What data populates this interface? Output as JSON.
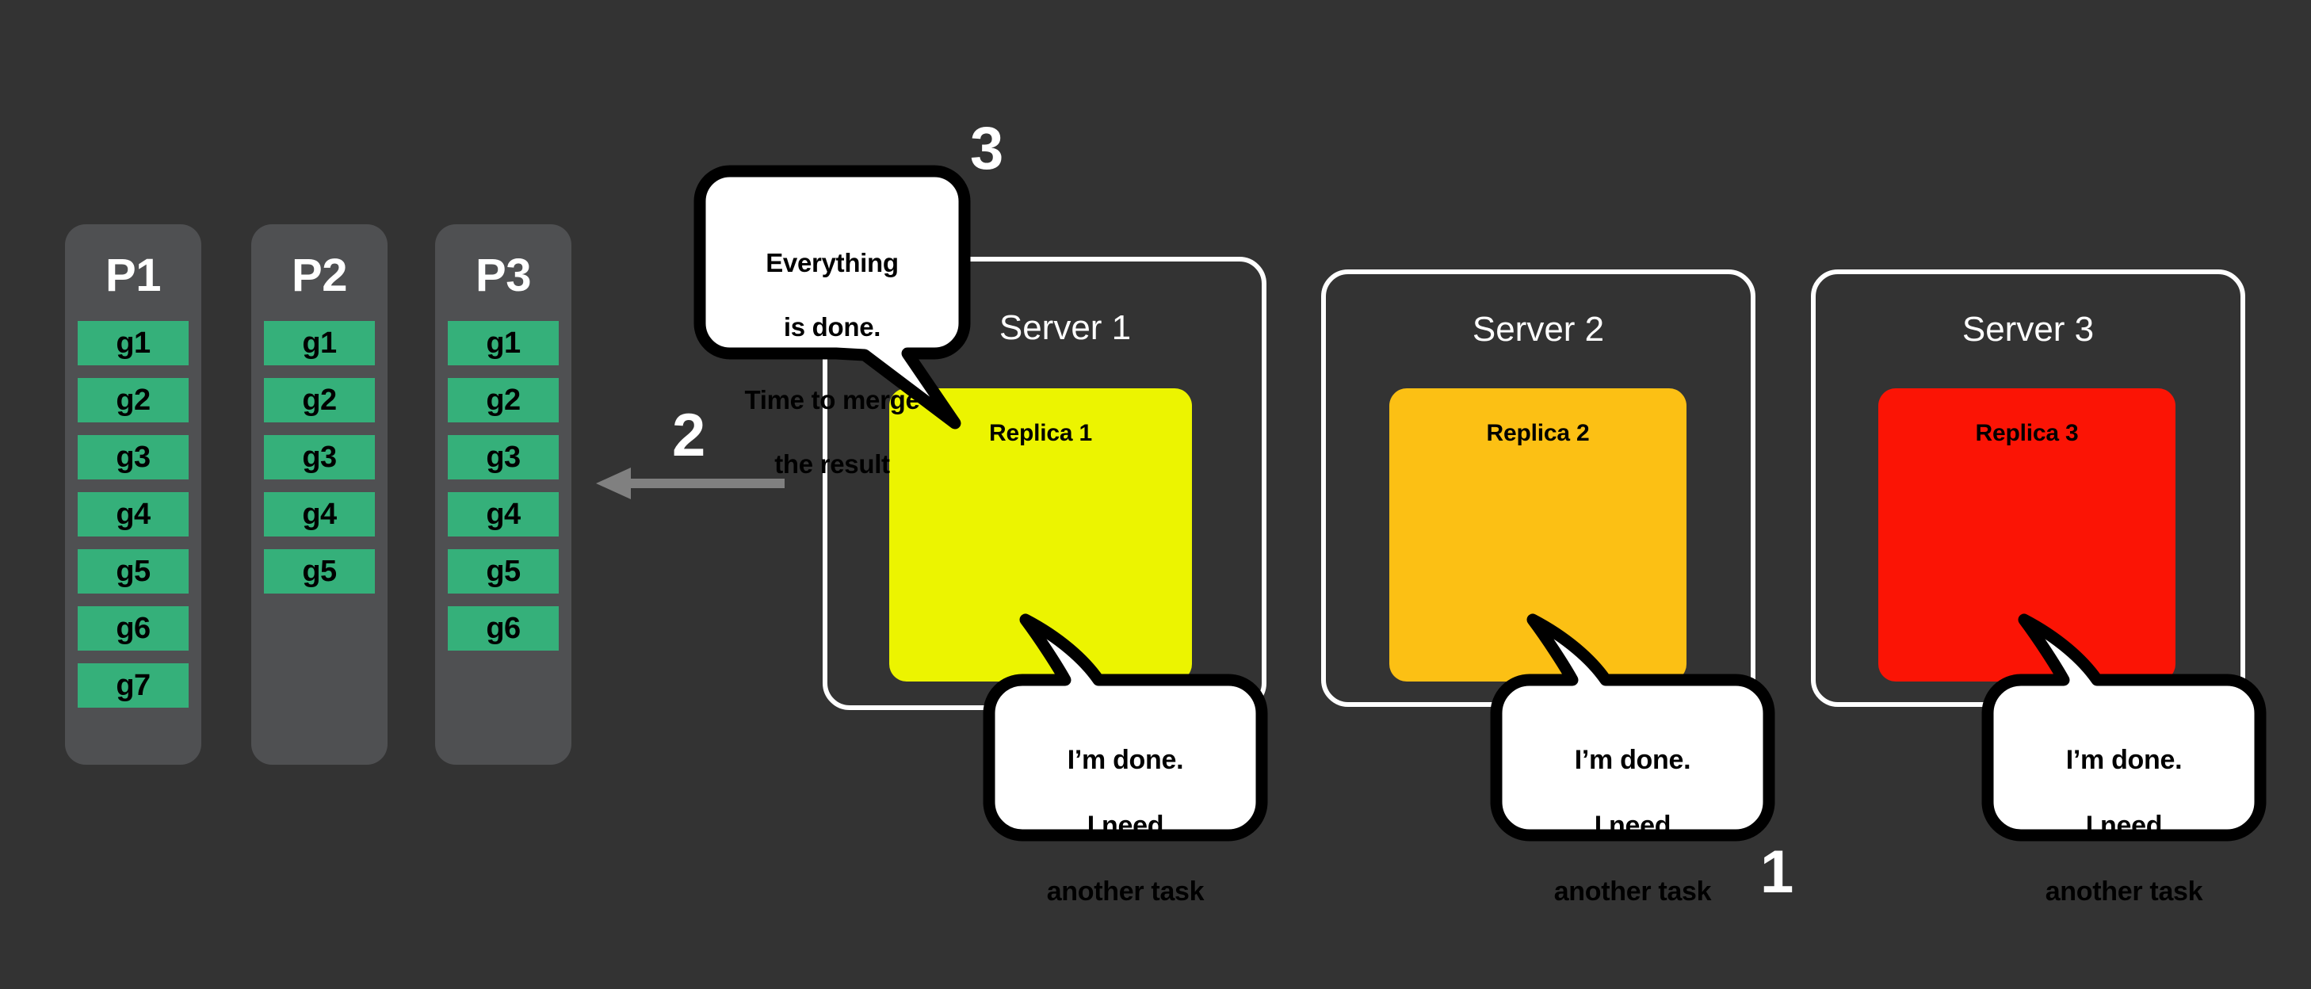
{
  "theme": {
    "background": "#333333",
    "column_bg": "#4f5052",
    "block_green": "#35b07a",
    "replica_yellow": "#ecf400",
    "replica_amber": "#fcc014",
    "replica_red": "#fb1405",
    "frame_white": "#ffffff",
    "arrow_gray": "#808080",
    "bubble_fill": "#ffffff",
    "bubble_stroke": "#000000"
  },
  "partitions": [
    {
      "title": "P1",
      "blocks": [
        "g1",
        "g2",
        "g3",
        "g4",
        "g5",
        "g6",
        "g7"
      ]
    },
    {
      "title": "P2",
      "blocks": [
        "g1",
        "g2",
        "g3",
        "g4",
        "g5"
      ]
    },
    {
      "title": "P3",
      "blocks": [
        "g1",
        "g2",
        "g3",
        "g4",
        "g5",
        "g6"
      ]
    }
  ],
  "steps": {
    "one": "1",
    "two": "2",
    "three": "3"
  },
  "arrow": {
    "direction": "left",
    "label": "merge-arrow"
  },
  "servers": [
    {
      "title": "Server 1",
      "replica": {
        "label": "Replica 1",
        "color": "#ecf400"
      },
      "bubble": {
        "line1": "I’m done.",
        "line2": "I need",
        "line3": "another task"
      }
    },
    {
      "title": "Server 2",
      "replica": {
        "label": "Replica 2",
        "color": "#fcc014"
      },
      "bubble": {
        "line1": "I’m done.",
        "line2": "I need",
        "line3": "another task"
      }
    },
    {
      "title": "Server 3",
      "replica": {
        "label": "Replica 3",
        "color": "#fb1405"
      },
      "bubble": {
        "line1": "I’m done.",
        "line2": "I need",
        "line3": "another task"
      }
    }
  ],
  "merge_bubble": {
    "line1": "Everything",
    "line2": "is done.",
    "line3": "Time to merge",
    "line4": "the result"
  }
}
